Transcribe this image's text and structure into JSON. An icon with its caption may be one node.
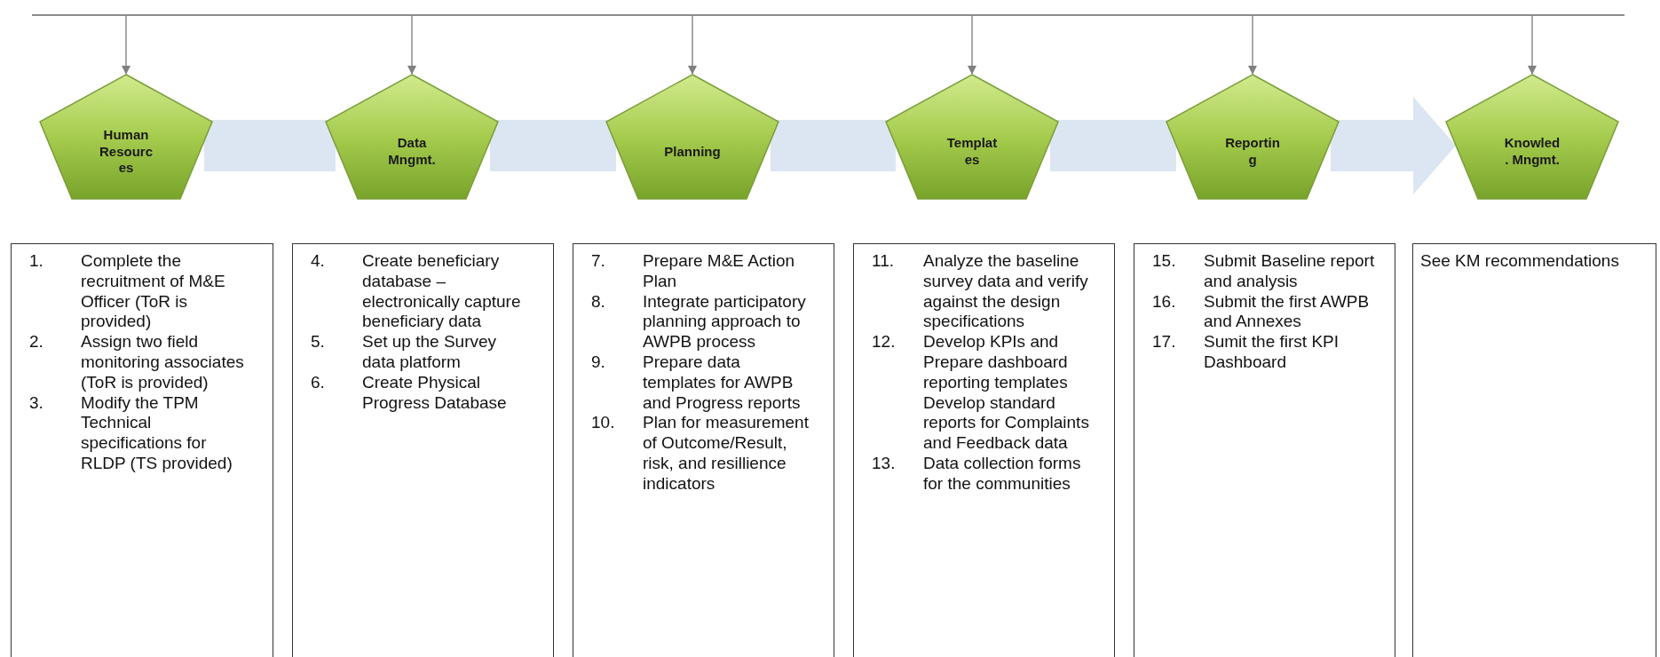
{
  "diagram": {
    "nodes": [
      {
        "text": [],
        "shape": "bar"
      },
      {
        "text": [
          "Human Resourc es"
        ]
      },
      {
        "text": [
          "Data Mngmt."
        ]
      },
      {
        "text": [
          "Planning"
        ]
      },
      {
        "text": [
          "Templat es"
        ]
      },
      {
        "text": [
          "Reportin g"
        ]
      },
      {
        "text": [
          "Knowled . Mngmt."
        ]
      },
      {
        "text": [
          "1. Complete the recruitment of M&E Officer (ToR is provided)",
          "2. Assign two field monitoring associates (ToR is provided)",
          "3. Modify the TPM Technical specifications for RLDP (TS provided)"
        ]
      },
      {
        "text": [
          "4. Create beneficiary database – electronically capture beneficiary data",
          "5. Set up the Survey data platform",
          "6. Create Physical Progress Database"
        ]
      },
      {
        "text": [
          "7. Prepare M&E Action Plan",
          "8. Integrate participatory planning approach to AWPB process",
          "9. Prepare data templates for AWPB and Progress reports",
          "10. Plan for measurement of Outcome/Result, risk, and resillience indicators"
        ]
      },
      {
        "text": [
          "11. Analyze the baseline survey data and verify against the design specifications",
          "12. Develop KPIs and Prepare dashboard reporting templates Develop standard reports for Complaints and Feedback data",
          "13. Data collection forms for the communities"
        ]
      },
      {
        "text": [
          "15. Submit Baseline report and analysis",
          "16. Submit the first AWPB and Annexes",
          "17. Sumit the first KPI Dashboard"
        ]
      },
      {
        "text": [
          "See KM recommendations"
        ]
      }
    ],
    "edges": [
      {
        "from": 0,
        "to": 1,
        "arrow": "to"
      },
      {
        "from": 0,
        "to": 2,
        "arrow": "to"
      },
      {
        "from": 0,
        "to": 3,
        "arrow": "to"
      },
      {
        "from": 0,
        "to": 4,
        "arrow": "to"
      },
      {
        "from": 0,
        "to": 5,
        "arrow": "to"
      },
      {
        "from": 0,
        "to": 6,
        "arrow": "to"
      },
      {
        "from": 1,
        "to": 2,
        "arrow": "none",
        "style": "thick",
        "color": "#dce6f2"
      },
      {
        "from": 2,
        "to": 3,
        "arrow": "none",
        "style": "thick",
        "color": "#dce6f2"
      },
      {
        "from": 3,
        "to": 4,
        "arrow": "none",
        "style": "thick",
        "color": "#dce6f2"
      },
      {
        "from": 4,
        "to": 5,
        "arrow": "none",
        "style": "thick",
        "color": "#dce6f2"
      },
      {
        "from": 5,
        "to": 6,
        "arrow": "to",
        "style": "thick",
        "color": "#dce6f2"
      }
    ]
  }
}
